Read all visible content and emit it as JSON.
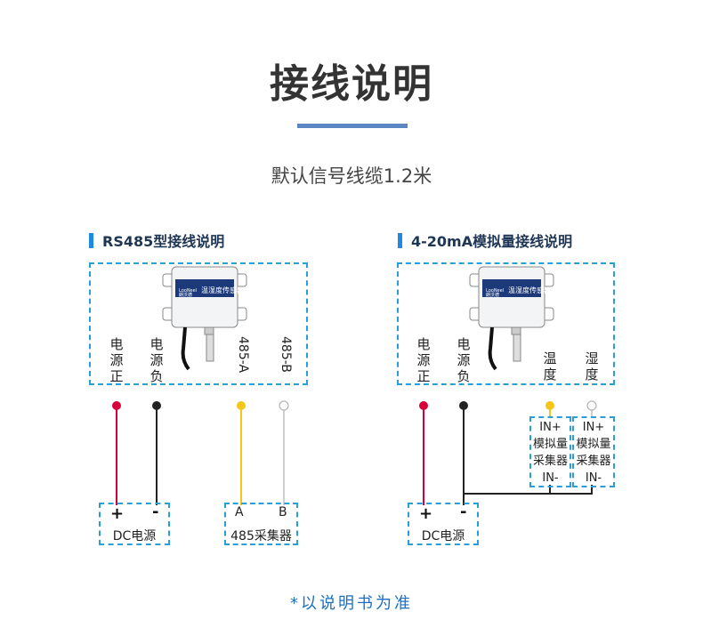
{
  "header": {
    "title": "接线说明",
    "subtitle": "默认信号线缆1.2米"
  },
  "left": {
    "heading": "RS485型接线说明",
    "device": {
      "brand": "LooNeel",
      "brand_cn": "朗沃德",
      "name": "温湿度传感器"
    },
    "labels": {
      "power_pos": "电源正",
      "power_neg": "电源负",
      "a": "485-A",
      "b": "485-B"
    },
    "power_box": {
      "plus": "+",
      "minus": "-",
      "label": "DC电源"
    },
    "collector_box": {
      "a": "A",
      "b": "B",
      "label": "485采集器"
    }
  },
  "right": {
    "heading": "4-20mA模拟量接线说明",
    "device": {
      "brand": "LooNeel",
      "brand_cn": "朗沃德",
      "name": "温湿度传感器"
    },
    "labels": {
      "power_pos": "电源正",
      "power_neg": "电源负",
      "temp": "温度",
      "humid": "湿度"
    },
    "power_box": {
      "plus": "+",
      "minus": "-",
      "label": "DC电源"
    },
    "collectors": [
      {
        "line1": "IN+",
        "line2": "模拟量",
        "line3": "采集器",
        "line4": "IN-"
      },
      {
        "line1": "IN+",
        "line2": "模拟量",
        "line3": "采集器",
        "line4": "IN-"
      }
    ]
  },
  "footnote": "*以说明书为准",
  "colors": {
    "red": "#d8003a",
    "black": "#222222",
    "yellow": "#f5c518",
    "white": "#cfcfcf",
    "dashed": "#2a9fd6",
    "accent": "#1e88e5"
  }
}
